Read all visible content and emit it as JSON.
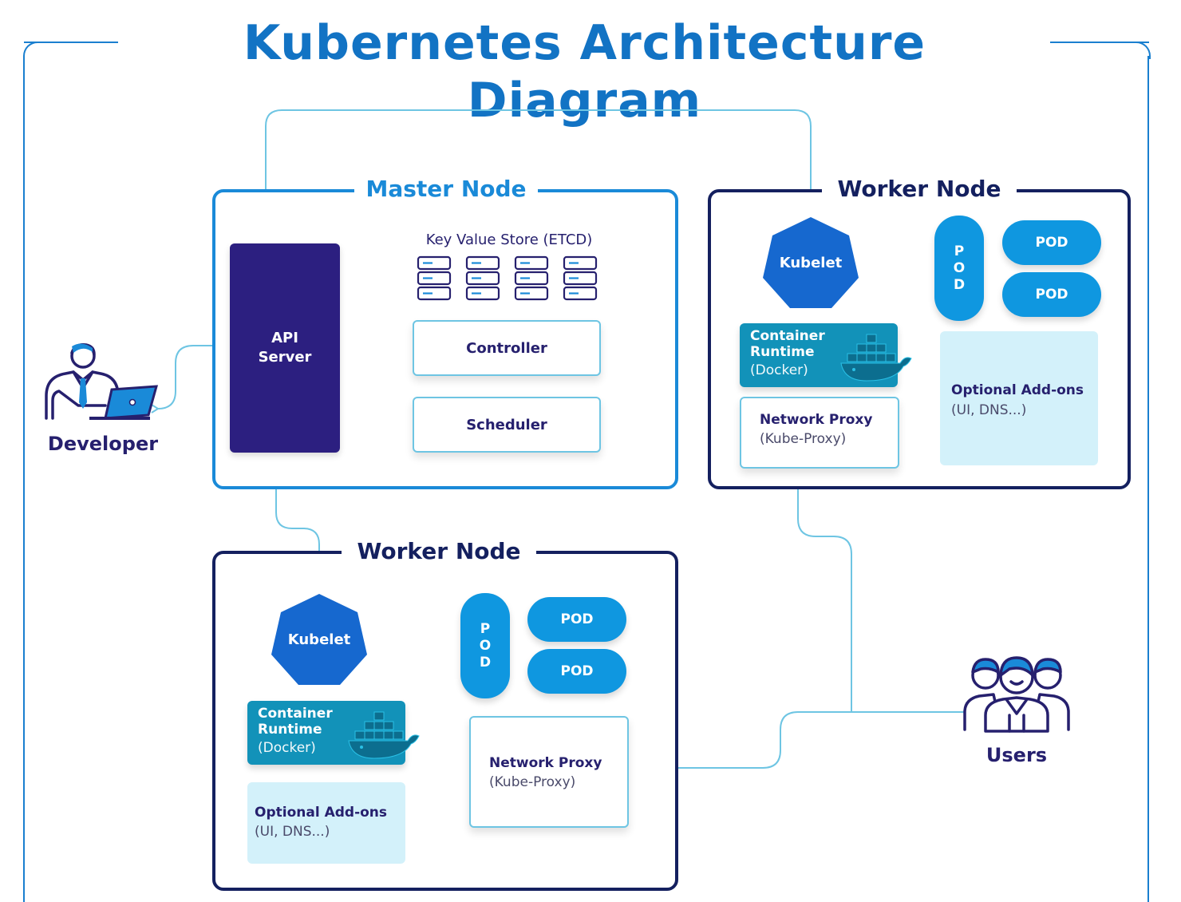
{
  "title": "Kubernetes Architecture Diagram",
  "master": {
    "label": "Master Node",
    "api_server": "API\nServer",
    "kv_store": "Key Value Store (ETCD)",
    "controller": "Controller",
    "scheduler": "Scheduler"
  },
  "worker_top": {
    "label": "Worker Node",
    "kubelet": "Kubelet",
    "runtime_title": "Container\nRuntime",
    "runtime_sub": "(Docker)",
    "proxy_title": "Network Proxy",
    "proxy_sub": "(Kube-Proxy)",
    "pod_vertical": [
      "P",
      "O",
      "D"
    ],
    "pod1": "POD",
    "pod2": "POD",
    "addons_title": "Optional Add-ons",
    "addons_sub": "(UI, DNS...)"
  },
  "worker_bottom": {
    "label": "Worker Node",
    "kubelet": "Kubelet",
    "runtime_title": "Container\nRuntime",
    "runtime_sub": "(Docker)",
    "proxy_title": "Network Proxy",
    "proxy_sub": "(Kube-Proxy)",
    "pod_vertical": [
      "P",
      "O",
      "D"
    ],
    "pod1": "POD",
    "pod2": "POD",
    "addons_title": "Optional Add-ons",
    "addons_sub": "(UI, DNS...)"
  },
  "developer_label": "Developer",
  "users_label": "Users",
  "colors": {
    "title": "#1273c4",
    "master_border": "#1a8ad8",
    "worker_border": "#14205f",
    "api_server": "#2c1f80",
    "kubelet": "#1668cf",
    "runtime": "#1292b9",
    "pod": "#0f97e0",
    "addons": "#d3f1fa",
    "connector": "#6ec5e3"
  }
}
